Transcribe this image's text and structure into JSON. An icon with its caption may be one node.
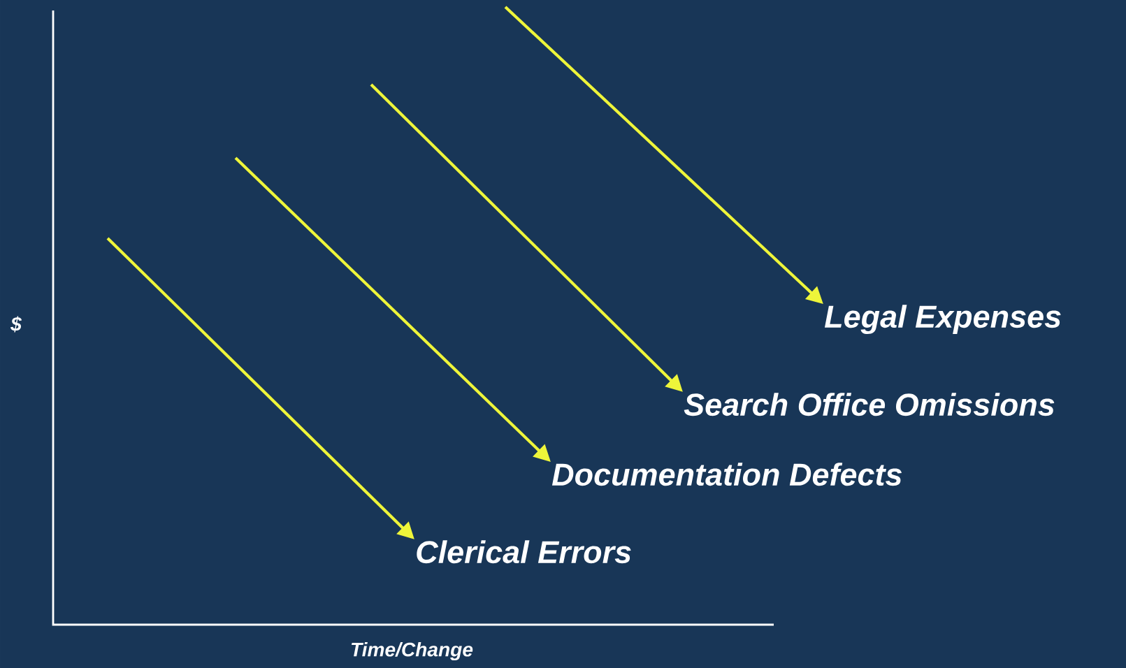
{
  "diagram": {
    "nodes": [
      {
        "text": [
          "Clerical Errors"
        ]
      },
      {
        "text": [
          "Documentation Defects"
        ]
      },
      {
        "text": [
          "Search Office Omissions"
        ]
      },
      {
        "text": [
          "Legal Expenses"
        ]
      }
    ],
    "edges": [
      {
        "from": null,
        "to": 0,
        "arrow": "to"
      },
      {
        "from": null,
        "to": 1,
        "arrow": "to"
      },
      {
        "from": null,
        "to": 2,
        "arrow": "to"
      },
      {
        "from": null,
        "to": 3,
        "arrow": "to"
      }
    ],
    "labels": [
      "$",
      "Time/Change"
    ]
  }
}
